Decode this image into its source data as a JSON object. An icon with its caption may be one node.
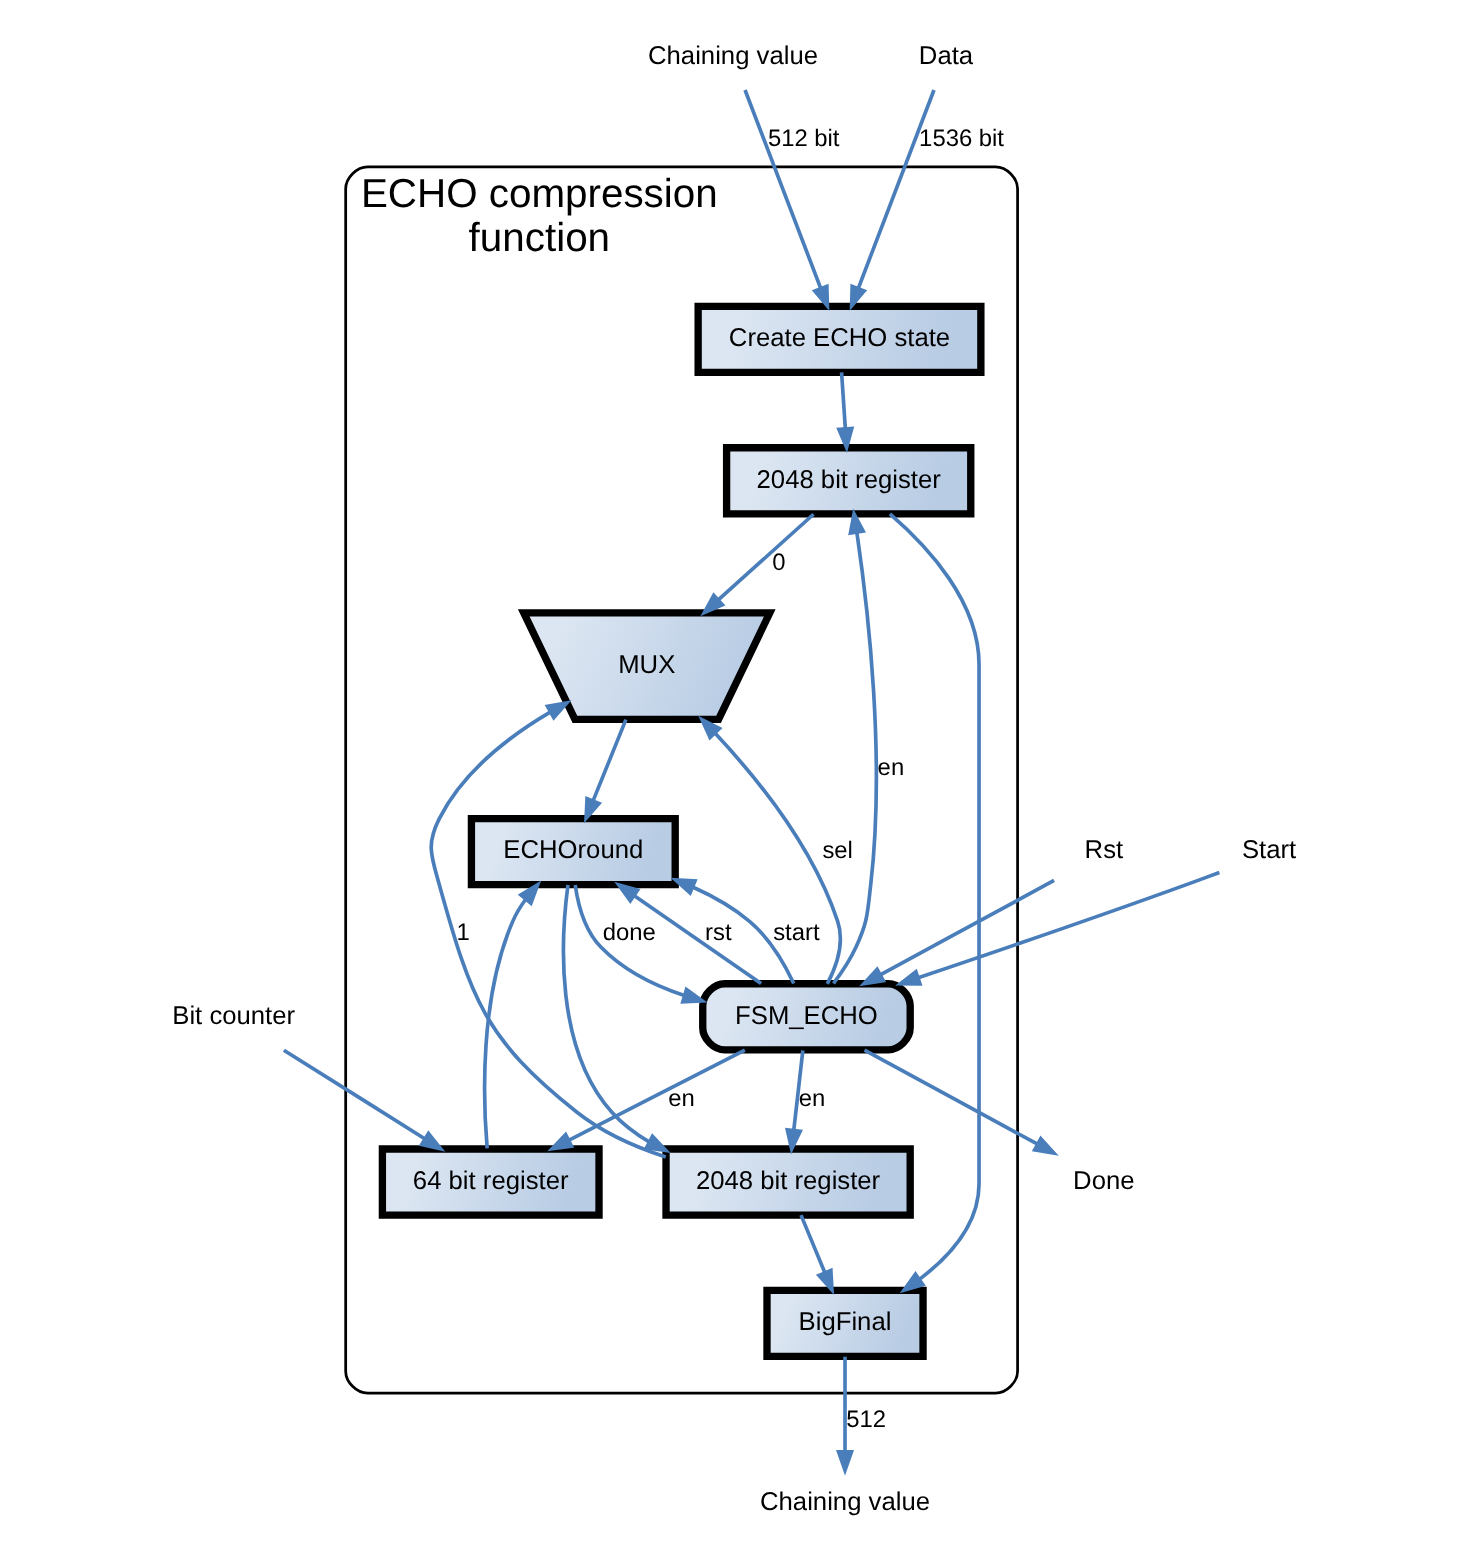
{
  "diagram": {
    "nodes": [
      {
        "text": [
          "ECHO compression function"
        ]
      },
      {
        "text": [
          "Chaining value"
        ]
      },
      {
        "text": [
          "Data"
        ]
      },
      {
        "text": [
          "Create ECHO state"
        ],
        "in": 0
      },
      {
        "text": [
          "2048 bit register"
        ],
        "in": 0
      },
      {
        "text": [
          "MUX"
        ],
        "in": 0
      },
      {
        "text": [
          "FSM_ECHO"
        ],
        "in": 0
      },
      {
        "text": [
          "ECHOround"
        ],
        "in": 0
      },
      {
        "text": [
          "64 bit register"
        ],
        "in": 0
      },
      {
        "text": [
          "2048 bit register"
        ],
        "in": 0
      },
      {
        "text": [
          "BigFinal"
        ],
        "in": 0
      },
      {
        "text": [
          "Rst"
        ]
      },
      {
        "text": [
          "Start"
        ]
      },
      {
        "text": [
          "Done"
        ]
      },
      {
        "text": [
          "Bit counter"
        ]
      },
      {
        "text": [
          "Chaining value"
        ]
      }
    ],
    "edges": [
      {
        "from": 1,
        "to": 3,
        "arrow": "to",
        "label": "512 bit"
      },
      {
        "from": 2,
        "to": 3,
        "arrow": "to",
        "label": "1536 bit"
      },
      {
        "from": 3,
        "to": 4,
        "arrow": "to"
      },
      {
        "from": 6,
        "to": 4,
        "arrow": "to",
        "label": "en"
      },
      {
        "from": 4,
        "to": 5,
        "arrow": "to",
        "label": "0"
      },
      {
        "from": 9,
        "to": 5,
        "arrow": "to",
        "label": "1"
      },
      {
        "from": 6,
        "to": 5,
        "arrow": "to",
        "label": "sel"
      },
      {
        "from": 5,
        "to": 7,
        "arrow": "to"
      },
      {
        "from": 6,
        "to": 7,
        "arrow": "to",
        "label": "rst"
      },
      {
        "from": 6,
        "to": 7,
        "arrow": "to",
        "label": "start"
      },
      {
        "from": 7,
        "to": 6,
        "arrow": "to",
        "label": "done"
      },
      {
        "from": 11,
        "to": 6,
        "arrow": "to"
      },
      {
        "from": 12,
        "to": 6,
        "arrow": "to"
      },
      {
        "from": 6,
        "to": 13,
        "arrow": "to"
      },
      {
        "from": 6,
        "to": 8,
        "arrow": "to",
        "label": "en"
      },
      {
        "from": 14,
        "to": 8,
        "arrow": "to"
      },
      {
        "from": 8,
        "to": 7,
        "arrow": "to"
      },
      {
        "from": 6,
        "to": 9,
        "arrow": "to",
        "label": "en"
      },
      {
        "from": 7,
        "to": 9,
        "arrow": "to"
      },
      {
        "from": 9,
        "to": 10,
        "arrow": "to"
      },
      {
        "from": 4,
        "to": 10,
        "arrow": "to"
      },
      {
        "from": 10,
        "to": 15,
        "arrow": "to",
        "label": "512"
      }
    ]
  }
}
